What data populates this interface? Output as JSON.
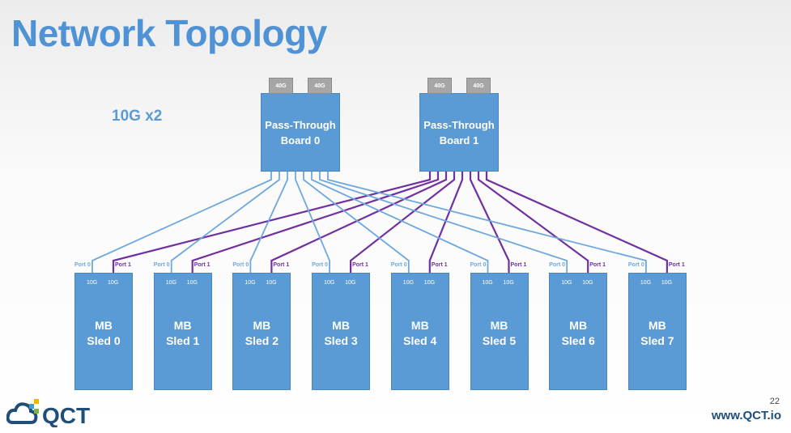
{
  "title": "Network Topology",
  "subtitle": "10G x2",
  "boards": [
    {
      "line1": "Pass-Through",
      "line2": "Board 0",
      "uplinks": [
        "40G",
        "40G"
      ]
    },
    {
      "line1": "Pass-Through",
      "line2": "Board 1",
      "uplinks": [
        "40G",
        "40G"
      ]
    }
  ],
  "sleds": [
    {
      "line1": "MB",
      "line2": "Sled 0",
      "port0": "Port 0",
      "port1": "Port 1",
      "speed0": "10G",
      "speed1": "10G"
    },
    {
      "line1": "MB",
      "line2": "Sled 1",
      "port0": "Port 0",
      "port1": "Port 1",
      "speed0": "10G",
      "speed1": "10G"
    },
    {
      "line1": "MB",
      "line2": "Sled 2",
      "port0": "Port 0",
      "port1": "Port 1",
      "speed0": "10G",
      "speed1": "10G"
    },
    {
      "line1": "MB",
      "line2": "Sled 3",
      "port0": "Port 0",
      "port1": "Port 1",
      "speed0": "10G",
      "speed1": "10G"
    },
    {
      "line1": "MB",
      "line2": "Sled 4",
      "port0": "Port 0",
      "port1": "Port 1",
      "speed0": "10G",
      "speed1": "10G"
    },
    {
      "line1": "MB",
      "line2": "Sled 5",
      "port0": "Port 0",
      "port1": "Port 1",
      "speed0": "10G",
      "speed1": "10G"
    },
    {
      "line1": "MB",
      "line2": "Sled 6",
      "port0": "Port 0",
      "port1": "Port 1",
      "speed0": "10G",
      "speed1": "10G"
    },
    {
      "line1": "MB",
      "line2": "Sled 7",
      "port0": "Port 0",
      "port1": "Port 1",
      "speed0": "10G",
      "speed1": "10G"
    }
  ],
  "colors": {
    "board0_link": "#6fa8dc",
    "board1_link": "#7030a0",
    "box": "#5b9bd5",
    "title": "#4f92d6"
  },
  "footer": {
    "logo": "QCT",
    "page": "22",
    "url": "www.QCT.io"
  }
}
